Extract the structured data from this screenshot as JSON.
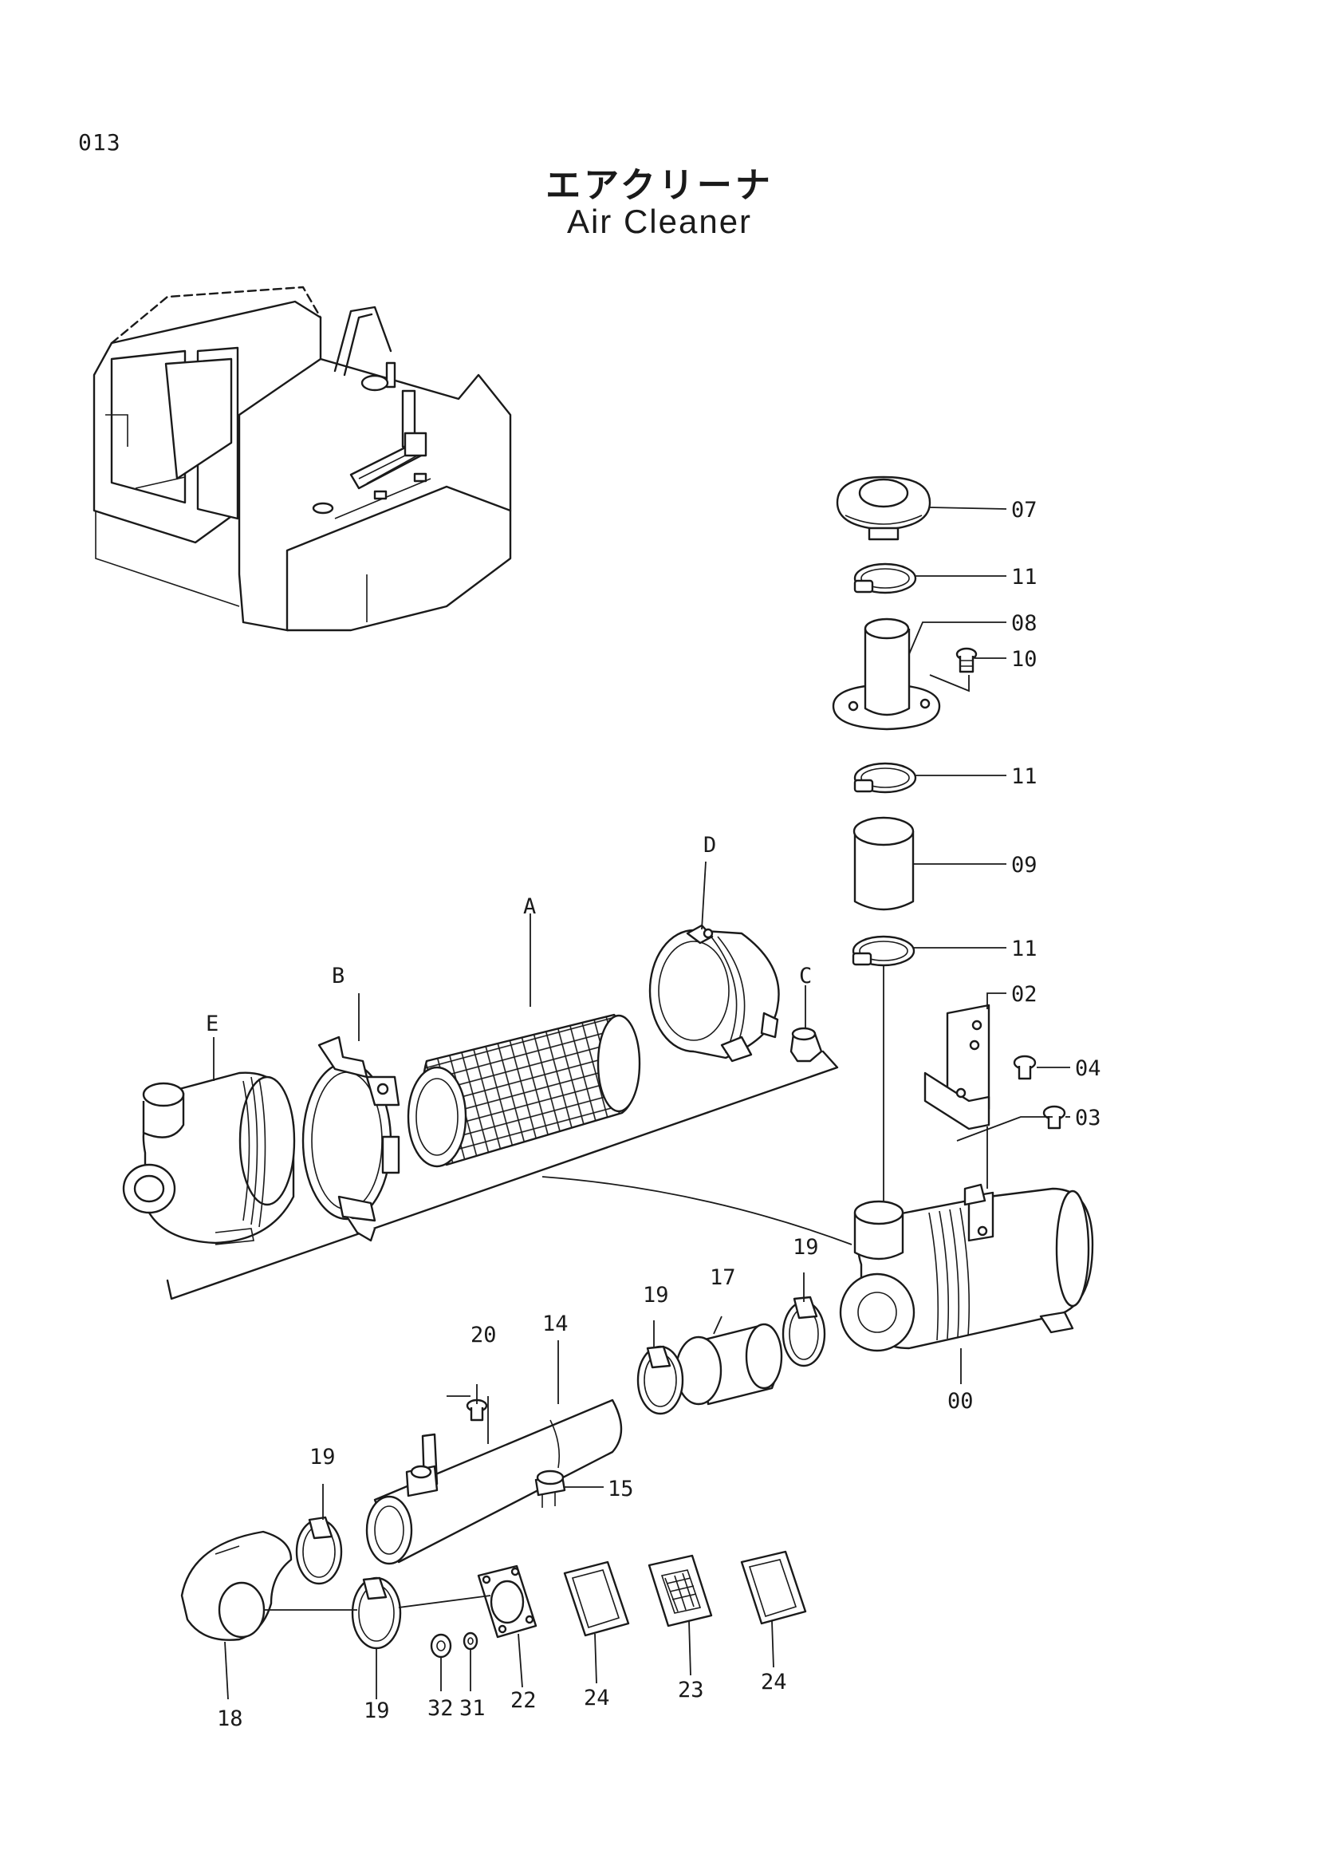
{
  "page": {
    "number": "013"
  },
  "title": {
    "japanese": "エアクリーナ",
    "english": "Air Cleaner"
  },
  "callouts": {
    "c00": "00",
    "c02": "02",
    "c03": "03",
    "c04": "04",
    "c07": "07",
    "c08": "08",
    "c09": "09",
    "c10": "10",
    "c11": "11",
    "c14": "14",
    "c15": "15",
    "c17": "17",
    "c18": "18",
    "c19": "19",
    "c20": "20",
    "c22": "22",
    "c23": "23",
    "c24": "24",
    "c31": "31",
    "c32": "32",
    "A": "A",
    "B": "B",
    "C": "C",
    "D": "D",
    "E": "E"
  },
  "icons": [
    "excavator-locator-icon",
    "rain-cap-icon",
    "hose-clamp-icon",
    "air-cleaner-icon",
    "filter-element-icon"
  ]
}
